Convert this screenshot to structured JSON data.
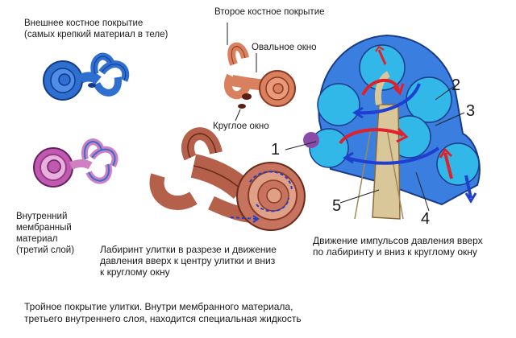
{
  "labels": {
    "outer_layer": "Внешнее костное покрытие\n(самых крепкий материал в теле)",
    "second_layer": "Второе костное покрытие",
    "oval_window": "Овальное окно",
    "round_window": "Круглое окно",
    "inner_membrane": "Внутренний\nмембранный\nматериал\n(третий слой)",
    "labyrinth_section": "Лабиринт улитки в разрезе и движение\nдавления вверх к центру улитки и вниз\nк круглому окну",
    "impulse_motion": "Движение импульсов давления вверх\nпо лабиринту и вниз к круглому окну",
    "bottom_caption": "Тройное покрытие улитки. Внутри мембранного материала,\nтретьего внутреннего слоя, находится специальная жидкость"
  },
  "numbers": [
    "1",
    "2",
    "3",
    "4",
    "5"
  ],
  "colors": {
    "outer_blue": "#2f6fd0",
    "bone_orange": "#d9805f",
    "membrane_pink": "#d07fc0",
    "section_brown": "#b4604a",
    "fluid_cyan": "#31b8e8",
    "arrow_red": "#e0202a",
    "arrow_blue": "#1f3fd0"
  }
}
